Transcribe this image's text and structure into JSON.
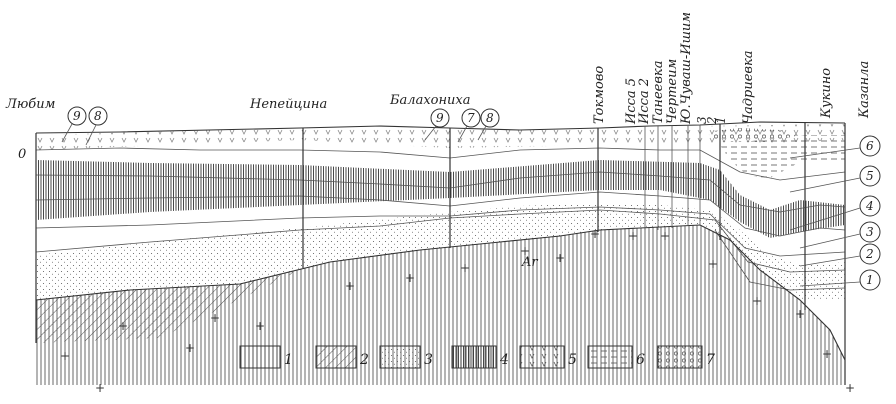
{
  "title": "",
  "well_labels": [
    "Любим",
    "Непейцина",
    "Балахониха",
    "Токмово",
    "Исса 5",
    "Исса 2",
    "Танеевка",
    "Чертеим",
    "Ю.Чуваш-Ишим",
    "Чадриевка",
    "Кукино",
    "Казанла"
  ],
  "datum_label": "0",
  "basement_label": "Ar",
  "top_callouts_left": [
    "9",
    "8"
  ],
  "top_callouts_middle": [
    "9",
    "7",
    "8"
  ],
  "side_callouts": [
    "6",
    "5",
    "4",
    "3",
    "2",
    "1"
  ],
  "small_marks": [
    "3",
    "2",
    "1"
  ],
  "legend": [
    "1",
    "2",
    "3",
    "4",
    "5",
    "6",
    "7"
  ]
}
